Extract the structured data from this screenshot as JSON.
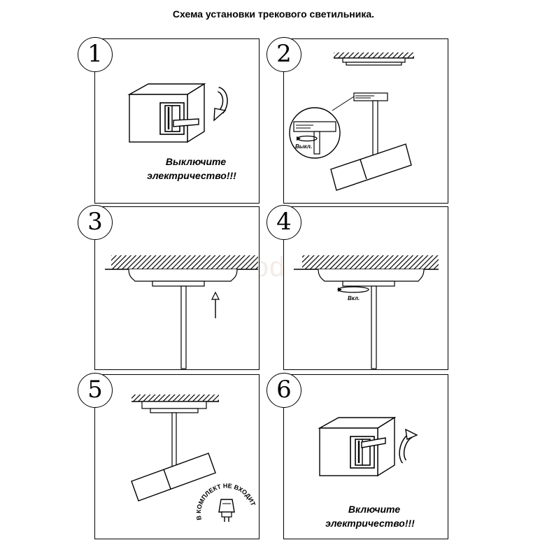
{
  "title": "Схема установки трекового светильника.",
  "watermark": "svetodom.ru",
  "steps": [
    {
      "number": "1",
      "label_line1": "Выключите",
      "label_line2": "электричество!!!"
    },
    {
      "number": "2",
      "sub_label": "Выкл."
    },
    {
      "number": "3"
    },
    {
      "number": "4",
      "sub_label": "Вкл."
    },
    {
      "number": "5",
      "badge_text": "В КОМПЛЕКТ НЕ ВХОДИТ"
    },
    {
      "number": "6",
      "label_line1": "Включите",
      "label_line2": "электричество!!!"
    }
  ]
}
